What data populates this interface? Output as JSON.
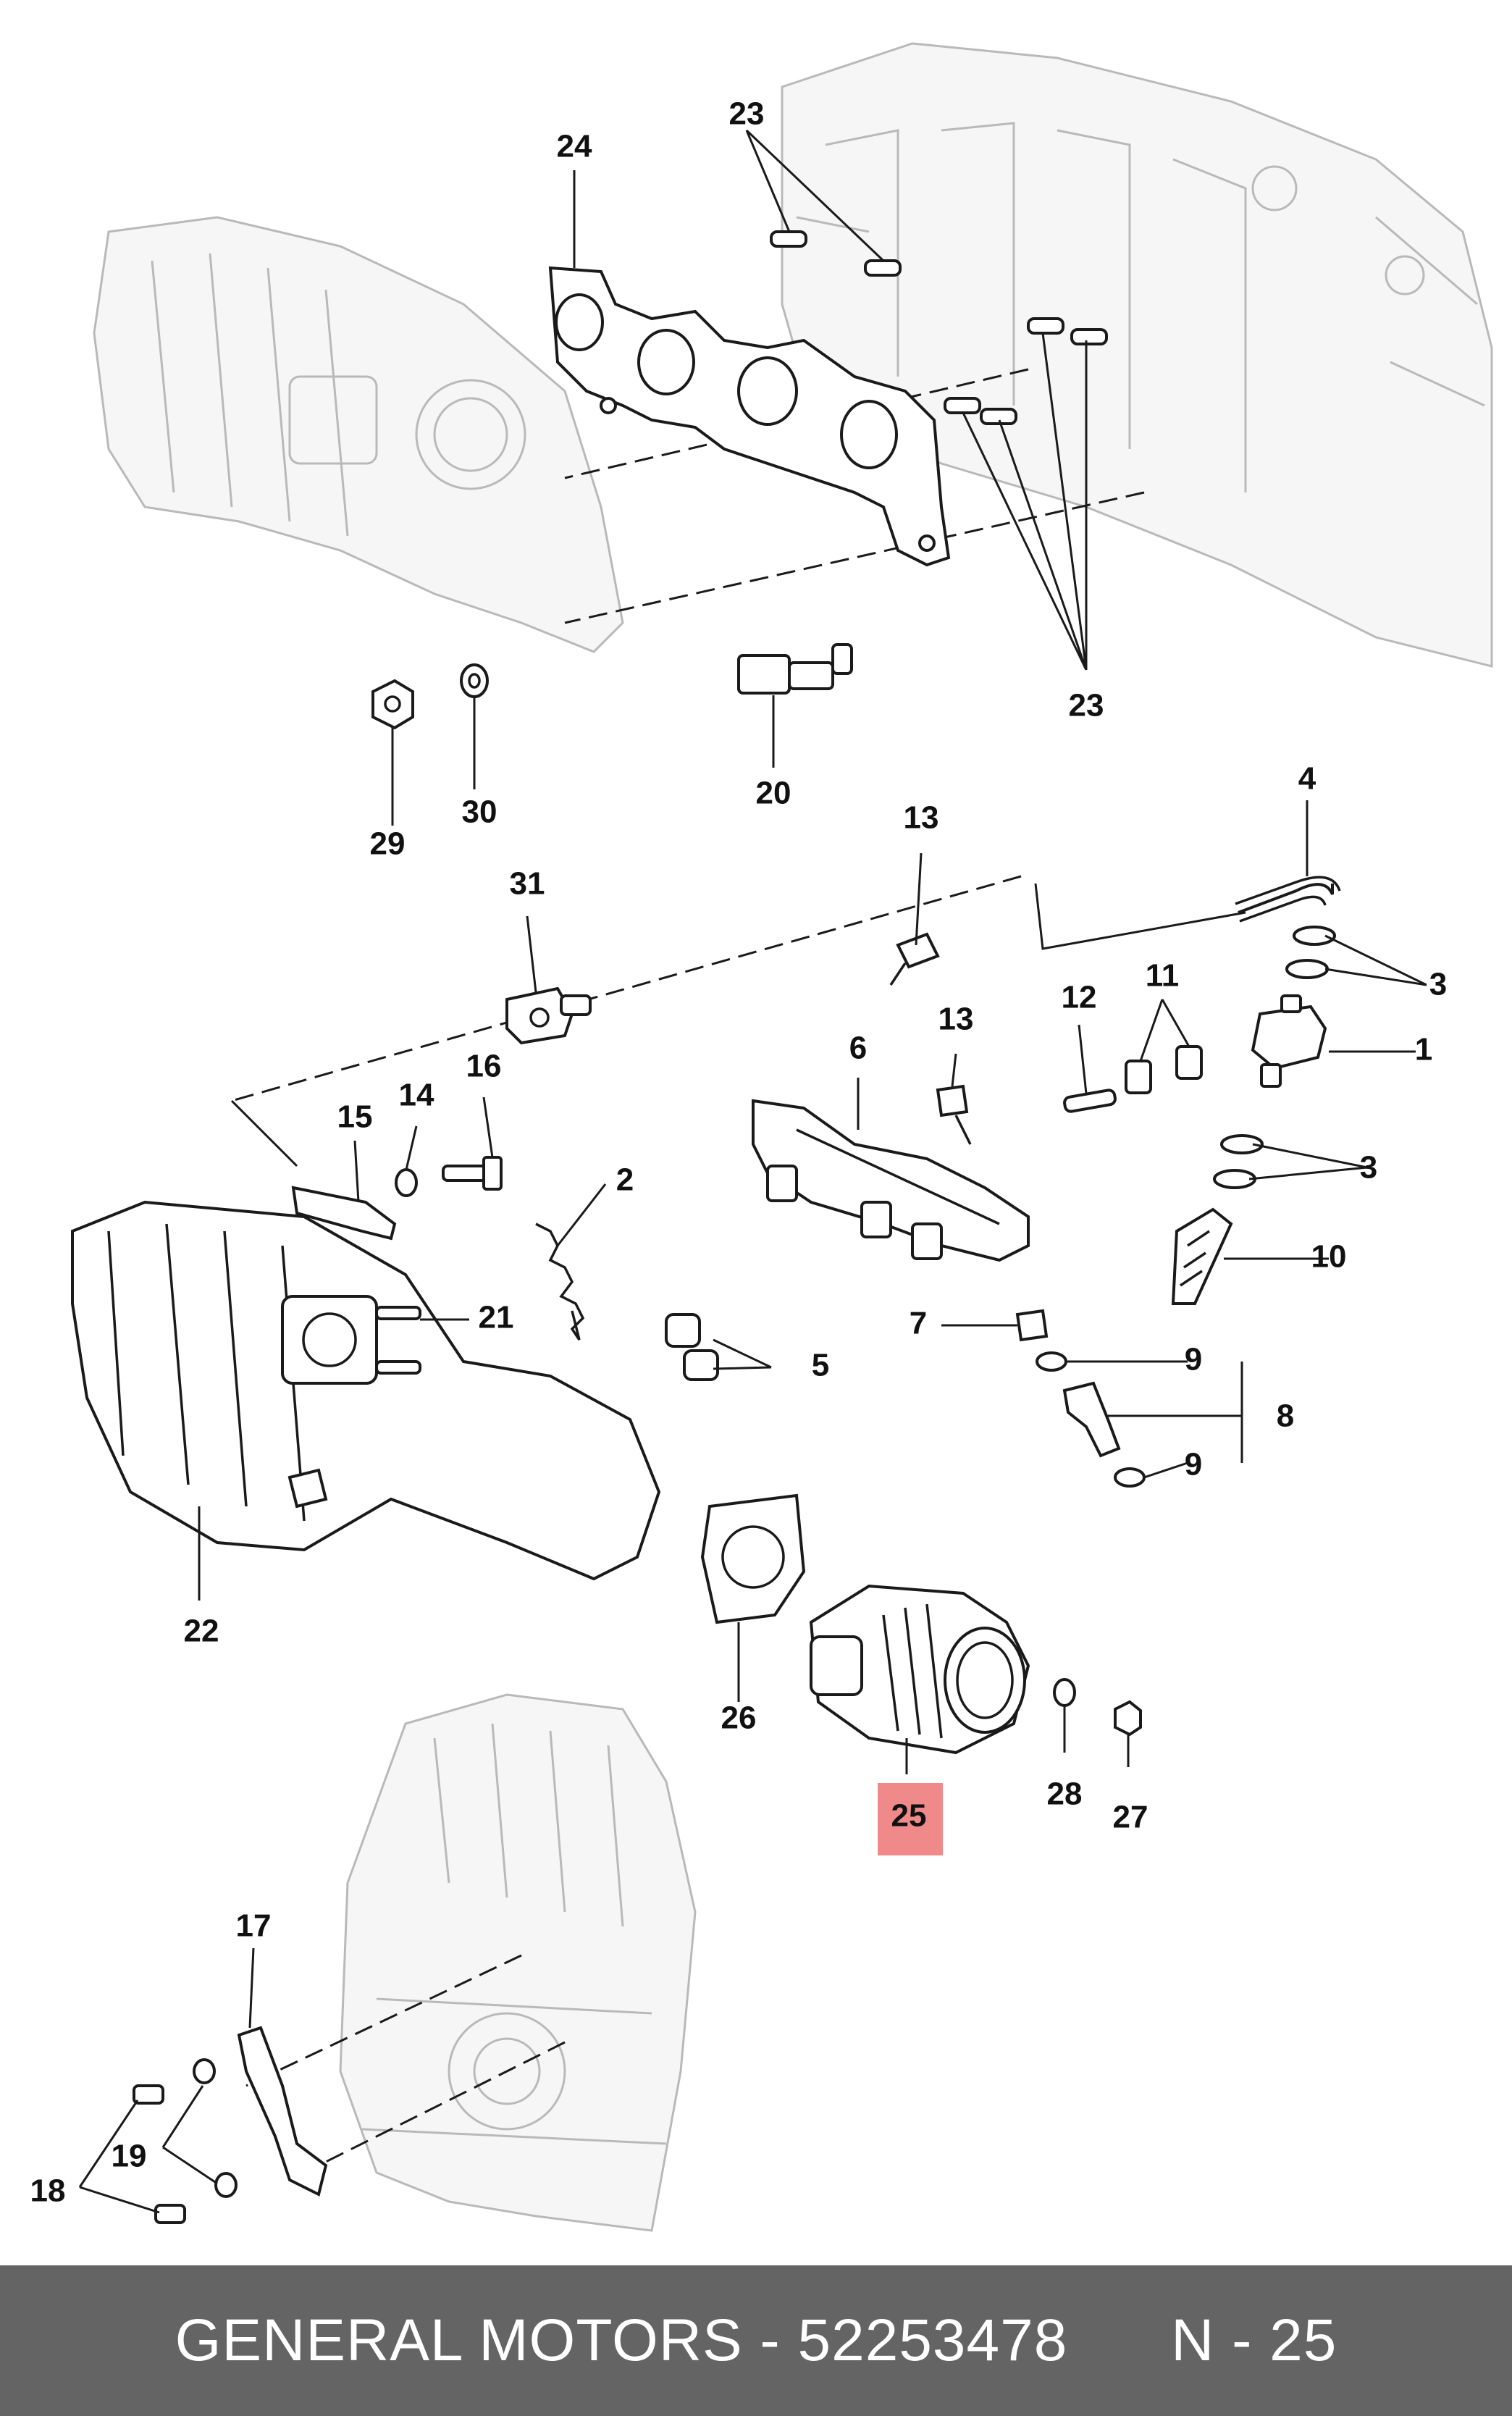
{
  "diagram": {
    "callouts": {
      "c1": "1",
      "c2": "2",
      "c3a": "3",
      "c3b": "3",
      "c4": "4",
      "c5": "5",
      "c6": "6",
      "c7": "7",
      "c8": "8",
      "c9a": "9",
      "c9b": "9",
      "c10": "10",
      "c11": "11",
      "c12": "12",
      "c13a": "13",
      "c13b": "13",
      "c14": "14",
      "c15": "15",
      "c16": "16",
      "c17": "17",
      "c18": "18",
      "c19": "19",
      "c20": "20",
      "c21": "21",
      "c22": "22",
      "c23a": "23",
      "c23b": "23",
      "c24": "24",
      "c25": "25",
      "c26": "26",
      "c27": "27",
      "c28": "28",
      "c29": "29",
      "c30": "30",
      "c31": "31"
    },
    "highlight": {
      "callout": "25",
      "color": "#f08a8a"
    }
  },
  "footer": {
    "brand": "GENERAL MOTORS",
    "separator": " - ",
    "part_number": "52253478",
    "gap": "      ",
    "page_ref": "N - 25",
    "background": "#646464"
  }
}
